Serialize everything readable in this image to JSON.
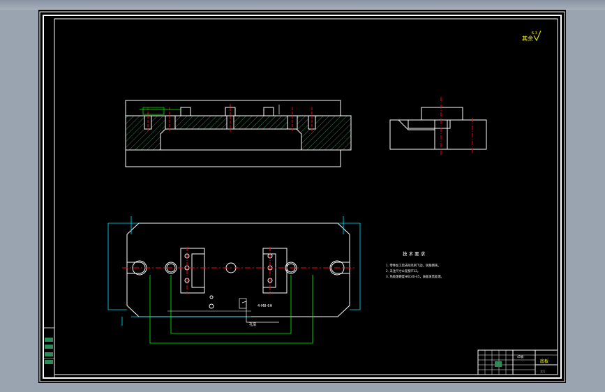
{
  "colors": {
    "background": "#000000",
    "outline": "#ffffff",
    "centerline": "#ff0000",
    "hatch": "#2e8b57",
    "dimension_cyan": "#00e5ff",
    "dimension_green": "#00ff00",
    "annotation_yellow": "#ffff00",
    "frame_bg": "#9aa3b0"
  },
  "drawing": {
    "roughness_note": "其余",
    "roughness_value": "6.3",
    "tech_req_title": "技 术 要 求",
    "tech_req_lines": [
      "1. 零件加工后去除毛刺飞边，锐角倒钝。",
      "2. 未注尺寸公差按IT12。",
      "3. 热处理硬度HRC40-45，表面发黑处理。"
    ],
    "hole_note": "4-M8-6H",
    "hole_note2": "孔深",
    "title_block": {
      "drawing_name": "底板",
      "material": "45钢",
      "scale": "1:1"
    }
  }
}
